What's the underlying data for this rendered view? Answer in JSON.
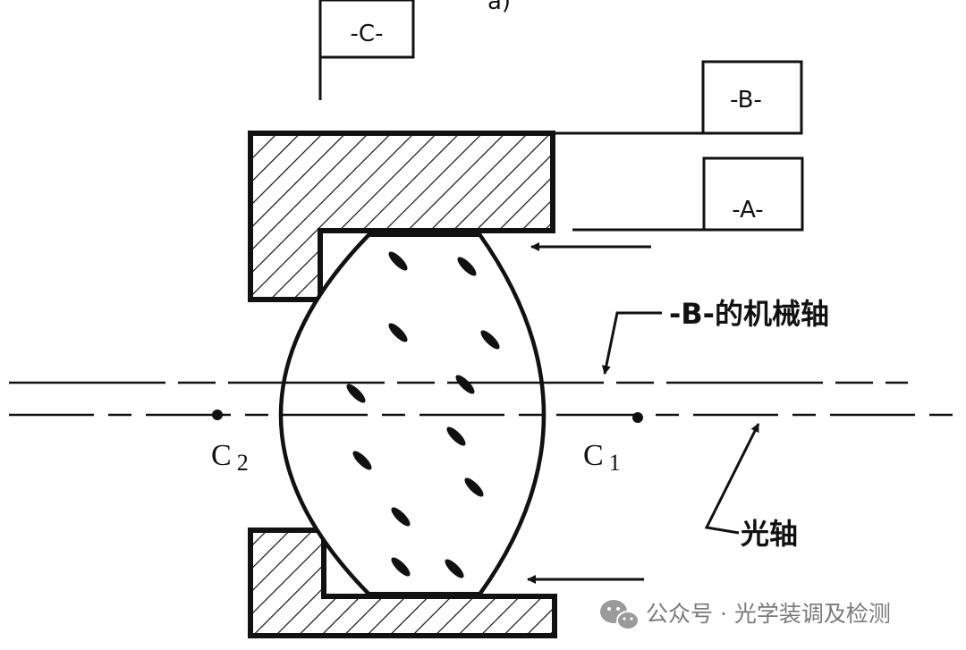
{
  "figure_label": "a)",
  "datum_boxes": {
    "c": "-C-",
    "b": "-B-",
    "a": "-A-"
  },
  "annotations": {
    "mech_axis": "-B-的机械轴",
    "optical_axis": "光轴"
  },
  "points": {
    "c2": {
      "letter": "C",
      "sub": "2"
    },
    "c1": {
      "letter": "C",
      "sub": "1"
    }
  },
  "watermark": {
    "icon": "wechat-icon",
    "text": "公众号 · 光学装调及检测"
  },
  "colors": {
    "ink": "#111111",
    "watermark": "#7a7a7a"
  }
}
